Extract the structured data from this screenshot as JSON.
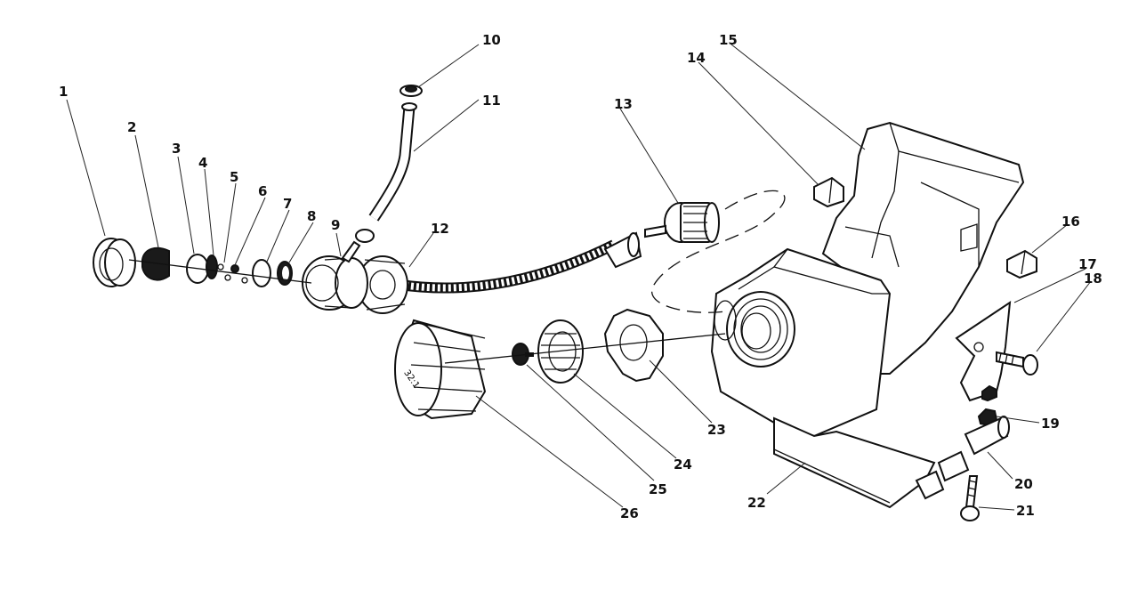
{
  "callouts": [
    "1",
    "2",
    "3",
    "4",
    "5",
    "6",
    "7",
    "8",
    "9",
    "10",
    "11",
    "12",
    "13",
    "14",
    "15",
    "16",
    "17",
    "18",
    "19",
    "20",
    "21",
    "22",
    "23",
    "24",
    "25",
    "26"
  ],
  "cap_text": "32:1"
}
